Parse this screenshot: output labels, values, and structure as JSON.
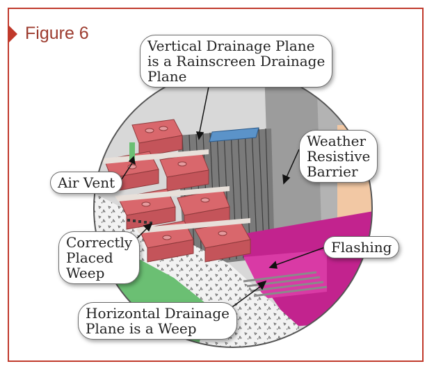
{
  "figure_label": "Figure 6",
  "callouts": {
    "vertical": "Vertical Drainage Plane\nis a Rainscreen Drainage\nPlane",
    "wrb": "Weather\nResistive\nBarrier",
    "air_vent": "Air Vent",
    "weep": "Correctly\nPlaced\nWeep",
    "flashing": "Flashing",
    "horizontal": "Horizontal Drainage\nPlane is a Weep"
  },
  "colors": {
    "frame": "#c0392b",
    "brick": "#d9676c",
    "mortar": "#e8e0da",
    "flashing": "#c2238e",
    "barrier": "#a8a8a8",
    "grass": "#6bbf73"
  }
}
